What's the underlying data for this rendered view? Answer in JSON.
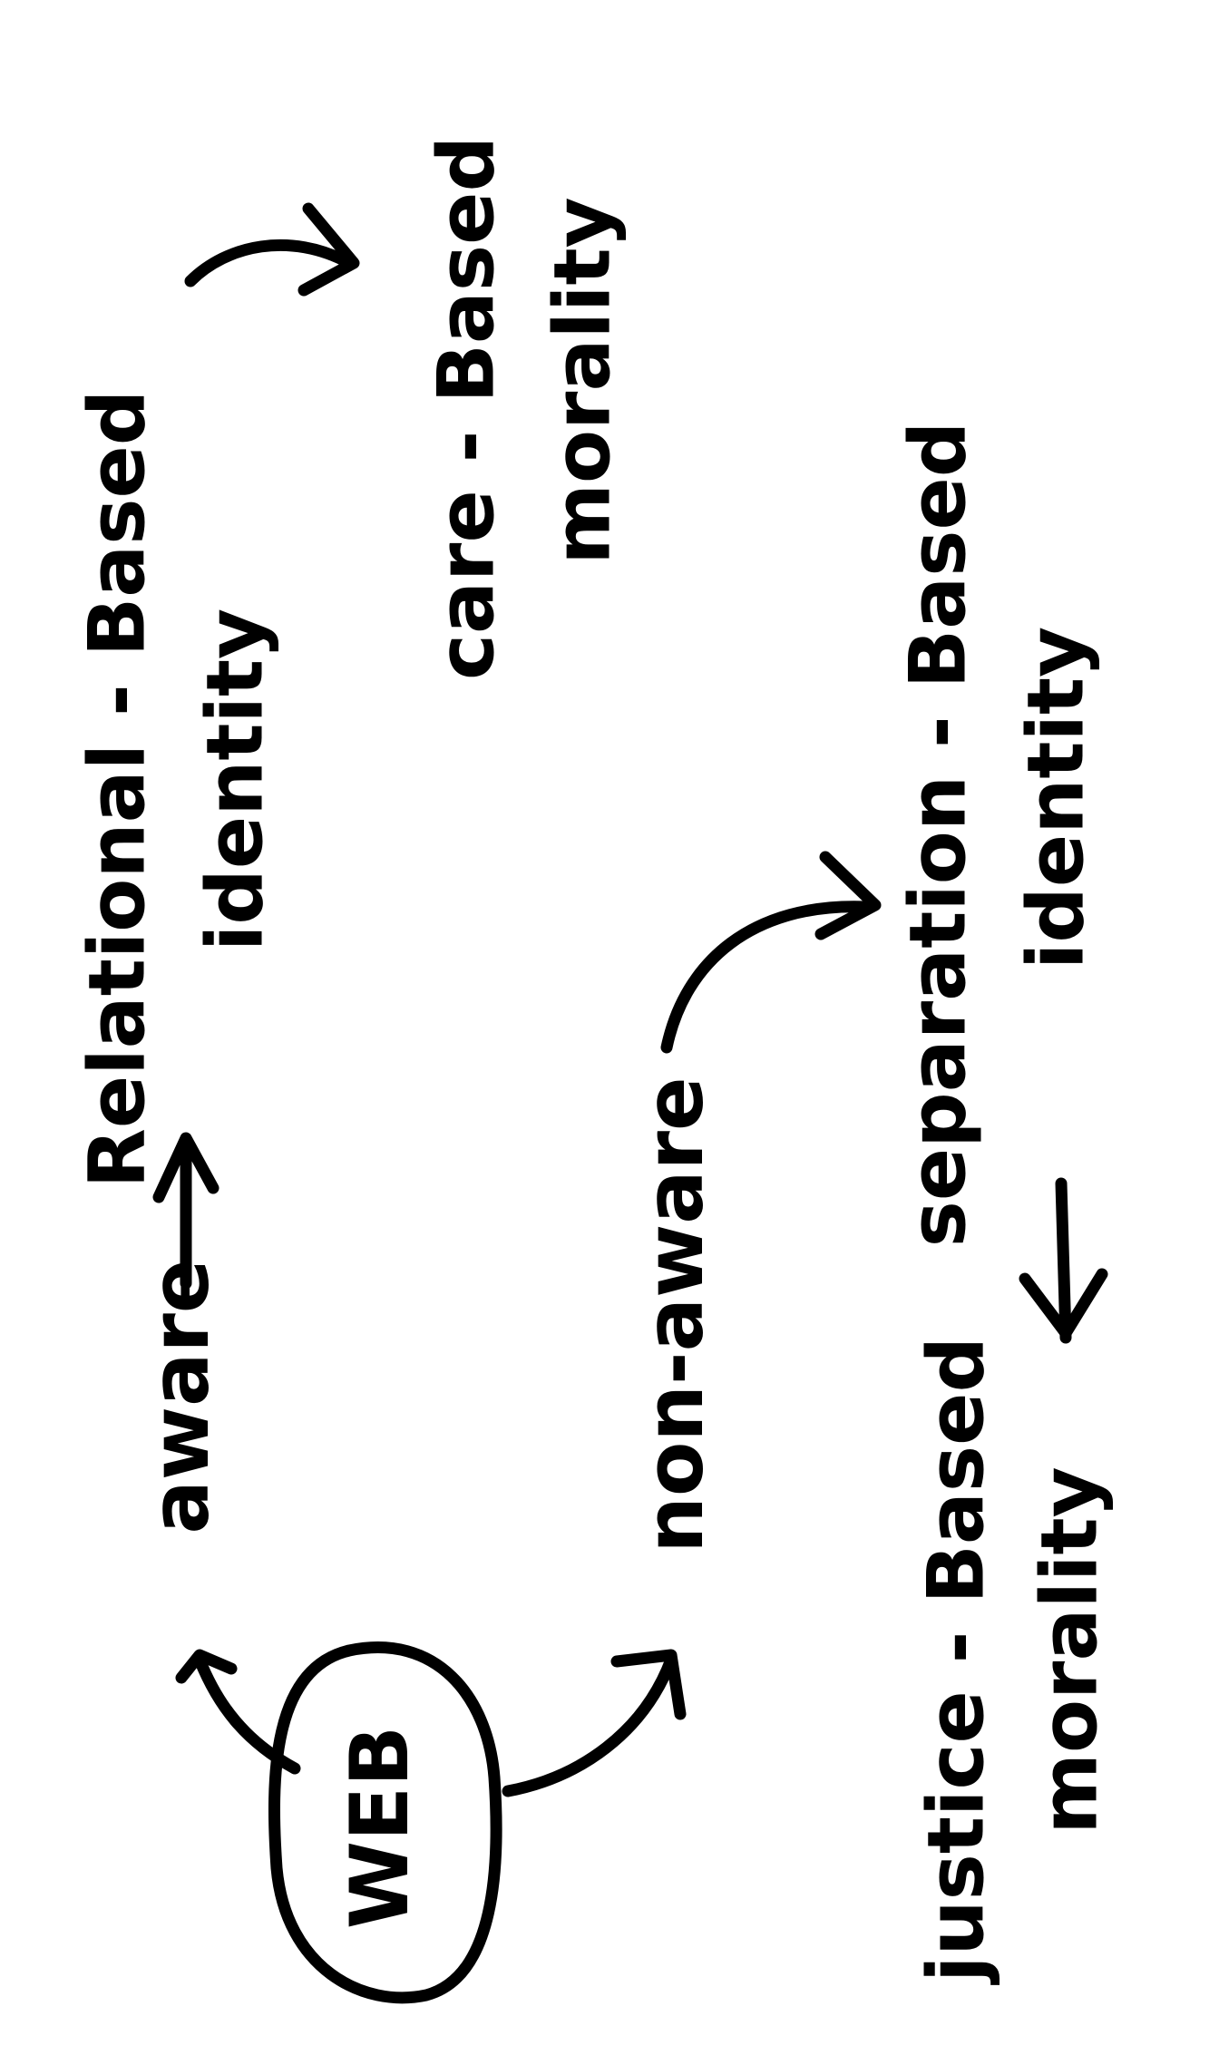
{
  "diagram": {
    "center": "WEB",
    "branch_aware": {
      "label": "aware",
      "identity": [
        "Relational - Based",
        "identity"
      ],
      "morality": [
        "care - Based",
        "morality"
      ]
    },
    "branch_non_aware": {
      "label": "non-aware",
      "identity": [
        "separation - Based",
        "identity"
      ],
      "morality": [
        "justice - Based",
        "morality"
      ]
    }
  }
}
